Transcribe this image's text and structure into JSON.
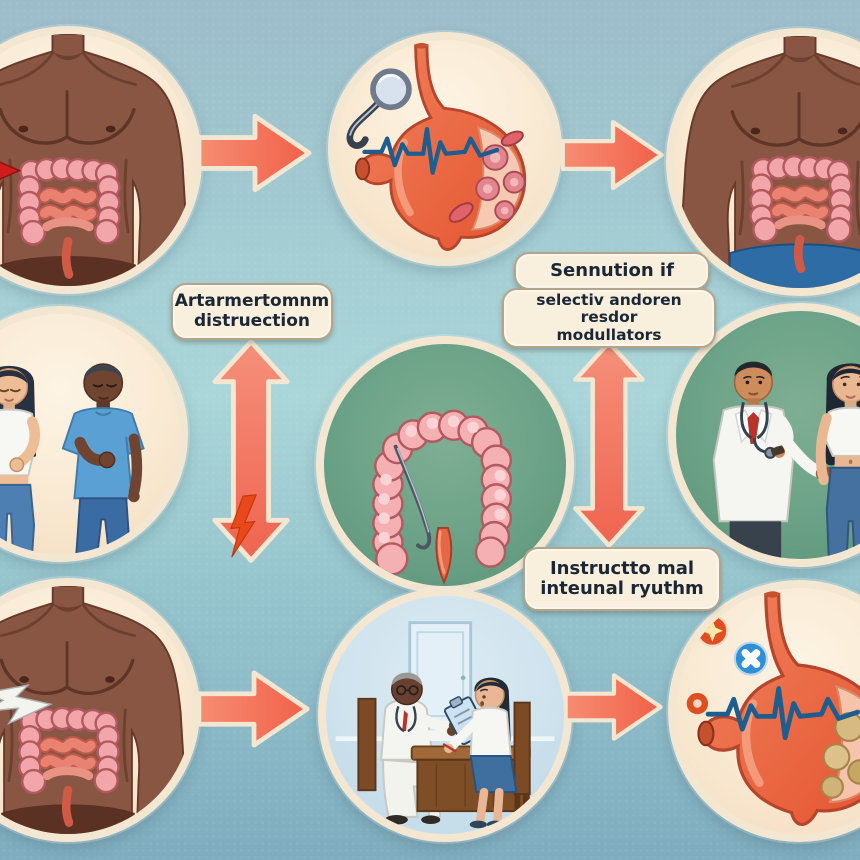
{
  "palette": {
    "background_top": "#9cbcc9",
    "background_middle": "#aad6d9",
    "background_bottom": "#7fadbf",
    "circle_ring": "#f4e7d1",
    "arrow_fill": "#f37257",
    "arrow_outline": "#f3e7d2",
    "lightning_bolt": "#e8481b",
    "label_box_bg": "#f8efdc",
    "label_text": "#1b2736",
    "ecg_line": "#1d5e8f",
    "intestine_pink": "#f3a6aa",
    "stomach_orange": "#ec6a48",
    "green_circle_bg": "#6ba287"
  },
  "labels": {
    "disruption": {
      "line1": "Artarmertomnm",
      "line2": "distruection"
    },
    "modulators_title": {
      "line1": "Sennution if"
    },
    "modulators_body": {
      "line1": "selectiv andoren resdor",
      "line2": "modullators"
    },
    "rhythm": {
      "line1": "Instructto mal",
      "line2": "inteunal ryuthm"
    }
  },
  "figures": [
    {
      "name": "male-torso-intestines-top-left",
      "icon": "torso-intestines-icon"
    },
    {
      "name": "stomach-ecg-magnifier",
      "icon": "stomach-exam-icon"
    },
    {
      "name": "male-torso-intestines-top-right",
      "icon": "torso-intestines-icon"
    },
    {
      "name": "patients-with-stomach-pain",
      "icon": "two-patients-icon"
    },
    {
      "name": "large-intestine-endoscope",
      "icon": "colon-icon"
    },
    {
      "name": "doctor-with-patient-standing",
      "icon": "doctor-patient-icon"
    },
    {
      "name": "male-torso-intestines-bottom-left",
      "icon": "torso-intestines-lightning-icon"
    },
    {
      "name": "doctor-consultation-desk",
      "icon": "consultation-icon"
    },
    {
      "name": "stomach-pills-ecg",
      "icon": "stomach-medication-icon"
    }
  ],
  "arrows": [
    {
      "name": "arrow-top-left-to-center",
      "direction": "right"
    },
    {
      "name": "arrow-top-center-to-right",
      "direction": "right"
    },
    {
      "name": "arrow-left-vertical",
      "direction": "up-down"
    },
    {
      "name": "arrow-right-vertical",
      "direction": "up-down"
    },
    {
      "name": "arrow-bottom-left-to-center",
      "direction": "right"
    },
    {
      "name": "arrow-bottom-center-to-right",
      "direction": "right"
    }
  ]
}
